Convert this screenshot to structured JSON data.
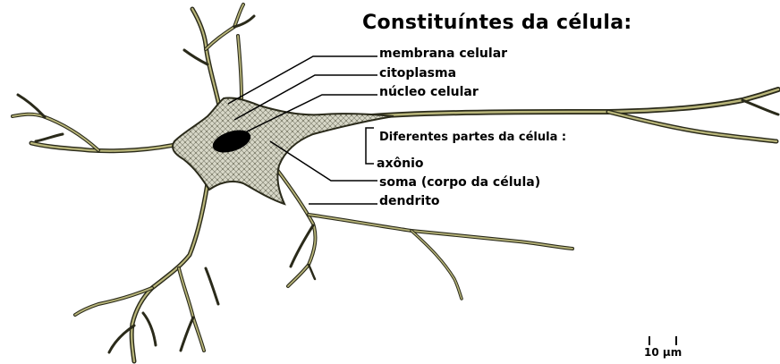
{
  "title": "Constituíntes da célula:",
  "labels": {
    "membrana": "membrana celular",
    "citoplasma": "citoplasma",
    "nucleo": "núcleo celular",
    "partes": "Diferentes partes da célula :",
    "axonio": "axônio",
    "soma": "soma (corpo da célula)",
    "dendrito": "dendrito"
  },
  "scale_bar": {
    "label": "10 μm"
  },
  "colors": {
    "outline": "#1a1a1a",
    "fill": "#9a9a7a",
    "texture": "#c9c9b4",
    "nucleus": "#000000",
    "leader": "#000000"
  }
}
